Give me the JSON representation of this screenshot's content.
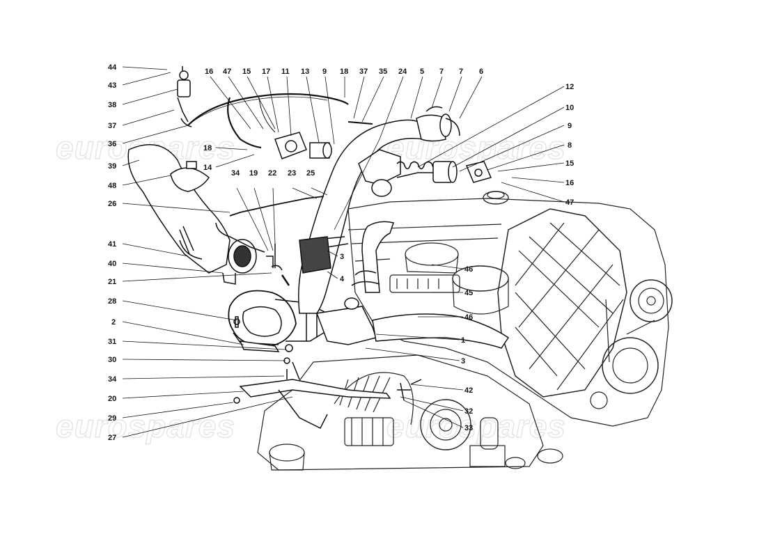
{
  "watermark": "eurospares",
  "callouts": [
    {
      "id": "44",
      "text": "44"
    },
    {
      "id": "43",
      "text": "43"
    },
    {
      "id": "38",
      "text": "38"
    },
    {
      "id": "37",
      "text": "37"
    },
    {
      "id": "36",
      "text": "36"
    },
    {
      "id": "39",
      "text": "39"
    },
    {
      "id": "48",
      "text": "48"
    },
    {
      "id": "26",
      "text": "26"
    },
    {
      "id": "41",
      "text": "41"
    },
    {
      "id": "40",
      "text": "40"
    },
    {
      "id": "21",
      "text": "21"
    },
    {
      "id": "28",
      "text": "28"
    },
    {
      "id": "2",
      "text": "2"
    },
    {
      "id": "31",
      "text": "31"
    },
    {
      "id": "30",
      "text": "30"
    },
    {
      "id": "34",
      "text": "34"
    },
    {
      "id": "20",
      "text": "20"
    },
    {
      "id": "29",
      "text": "29"
    },
    {
      "id": "27",
      "text": "27"
    },
    {
      "id": "16",
      "text": "16"
    },
    {
      "id": "47",
      "text": "47"
    },
    {
      "id": "15",
      "text": "15"
    },
    {
      "id": "17",
      "text": "17"
    },
    {
      "id": "11",
      "text": "11"
    },
    {
      "id": "13",
      "text": "13"
    },
    {
      "id": "9",
      "text": "9"
    },
    {
      "id": "18",
      "text": "18"
    },
    {
      "id": "37b",
      "text": "37"
    },
    {
      "id": "35",
      "text": "35"
    },
    {
      "id": "24",
      "text": "24"
    },
    {
      "id": "5",
      "text": "5"
    },
    {
      "id": "7",
      "text": "7"
    },
    {
      "id": "7b",
      "text": "7"
    },
    {
      "id": "6",
      "text": "6"
    },
    {
      "id": "12",
      "text": "12"
    },
    {
      "id": "10",
      "text": "10"
    },
    {
      "id": "9b",
      "text": "9"
    },
    {
      "id": "8",
      "text": "8"
    },
    {
      "id": "15b",
      "text": "15"
    },
    {
      "id": "16b",
      "text": "16"
    },
    {
      "id": "47b",
      "text": "47"
    },
    {
      "id": "18b",
      "text": "18"
    },
    {
      "id": "14",
      "text": "14"
    },
    {
      "id": "34b",
      "text": "34"
    },
    {
      "id": "19",
      "text": "19"
    },
    {
      "id": "22",
      "text": "22"
    },
    {
      "id": "23",
      "text": "23"
    },
    {
      "id": "25",
      "text": "25"
    },
    {
      "id": "3",
      "text": "3"
    },
    {
      "id": "4",
      "text": "4"
    },
    {
      "id": "46",
      "text": "46"
    },
    {
      "id": "45",
      "text": "45"
    },
    {
      "id": "46b",
      "text": "46"
    },
    {
      "id": "1",
      "text": "1"
    },
    {
      "id": "3b",
      "text": "3"
    },
    {
      "id": "42",
      "text": "42"
    },
    {
      "id": "32",
      "text": "32"
    },
    {
      "id": "33",
      "text": "33"
    }
  ]
}
